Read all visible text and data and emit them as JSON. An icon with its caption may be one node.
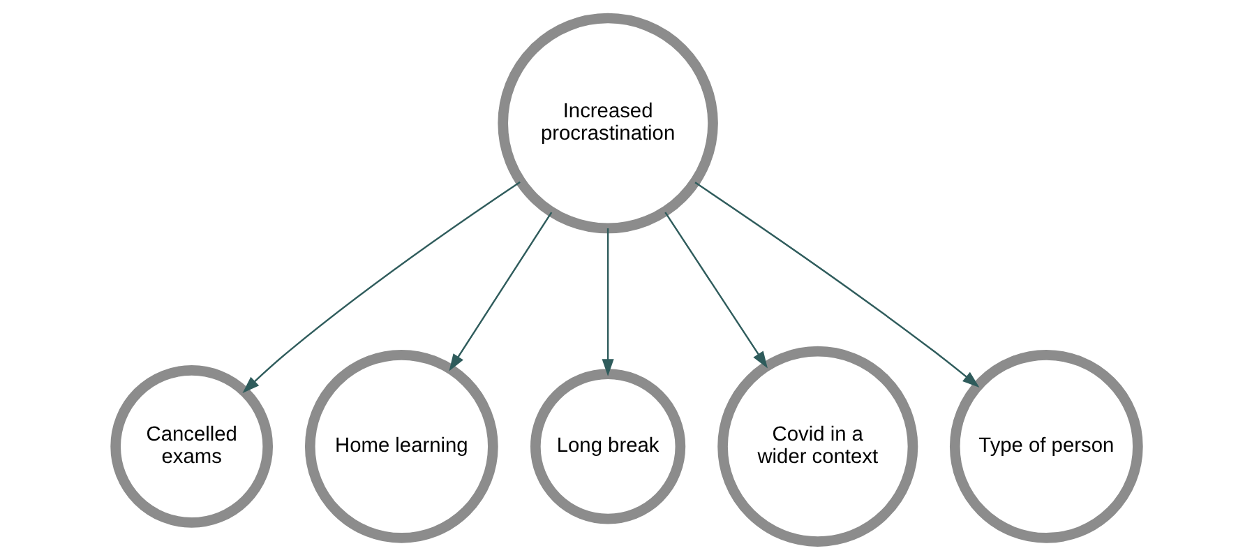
{
  "diagram": {
    "nodes": [
      {
        "text": [
          "Increased procrastination"
        ]
      },
      {
        "text": [
          "Cancelled exams"
        ]
      },
      {
        "text": [
          "Home learning"
        ]
      },
      {
        "text": [
          "Long break"
        ]
      },
      {
        "text": [
          "Covid in a wider context"
        ]
      },
      {
        "text": [
          "Type of person"
        ]
      }
    ],
    "edges": [
      {
        "from": 0,
        "to": 1,
        "arrow": "to"
      },
      {
        "from": 0,
        "to": 2,
        "arrow": "to"
      },
      {
        "from": 0,
        "to": 3,
        "arrow": "to"
      },
      {
        "from": 0,
        "to": 4,
        "arrow": "to"
      },
      {
        "from": 0,
        "to": 5,
        "arrow": "to"
      }
    ]
  }
}
